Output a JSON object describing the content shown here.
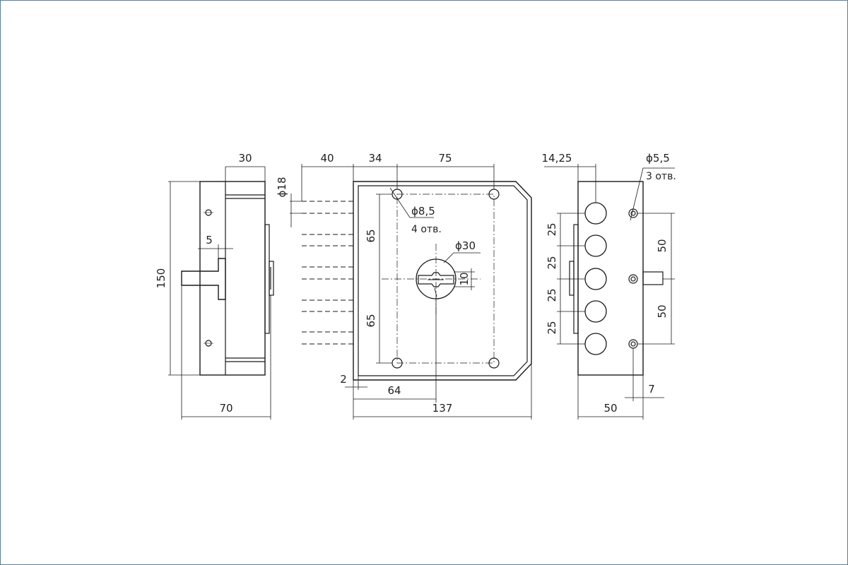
{
  "dimensions": {
    "side_left": {
      "top_width": "30",
      "pin_offset": "5",
      "height": "150",
      "depth": "70"
    },
    "front": {
      "backset": "40",
      "hole_offset": "34",
      "hole_spacing_h": "75",
      "bolt_diameter": "ϕ18",
      "hole_diameter": "ϕ8,5",
      "hole_count": "4 отв.",
      "cylinder_diameter": "ϕ30",
      "cylinder_slot": "10",
      "vspace_top": "65",
      "vspace_bottom": "65",
      "edge_offset": "2",
      "center_offset": "64",
      "width": "137"
    },
    "side_right": {
      "top_offset": "14,25",
      "screw_diameter": "ϕ5,5",
      "screw_count": "3 отв.",
      "bolt_spacing_1": "25",
      "bolt_spacing_2": "25",
      "bolt_spacing_3": "25",
      "bolt_spacing_4": "25",
      "screw_spacing_top": "50",
      "screw_spacing_bottom": "50",
      "screw_edge": "7",
      "depth": "50"
    }
  },
  "colors": {
    "line": "#1a1a1a",
    "frame": "#5a7f9a",
    "background": "#ffffff"
  }
}
